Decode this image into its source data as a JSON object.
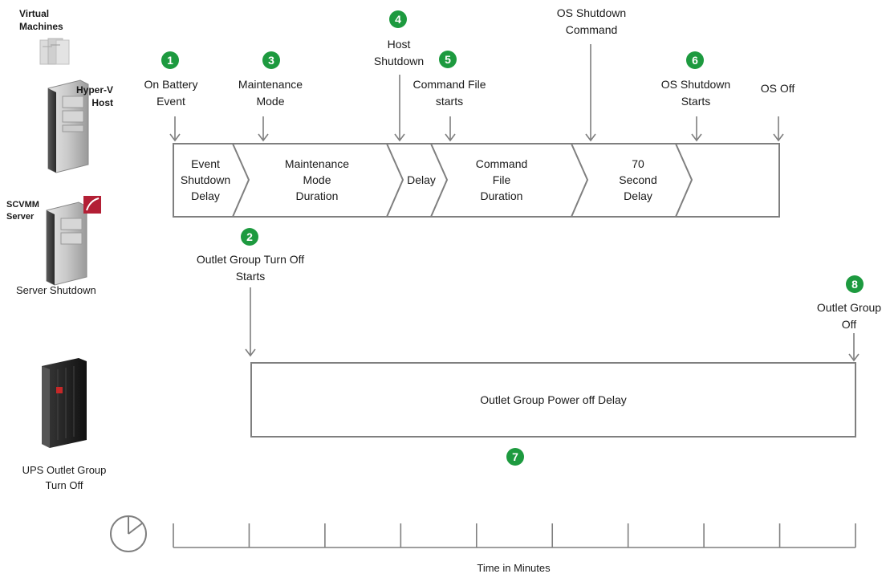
{
  "left_panel": {
    "virtual_machines": "Virtual\nMachines",
    "hyperv_host": "Hyper-V\nHost",
    "scvmm_server": "SCVMM\nServer",
    "server_shutdown": "Server Shutdown",
    "ups_outlet_group": "UPS Outlet Group\nTurn Off"
  },
  "events": [
    {
      "number": "1",
      "label": "On Battery\nEvent"
    },
    {
      "number": "2",
      "label": "Outlet Group Turn Off\nStarts"
    },
    {
      "number": "3",
      "label": "Maintenance\nMode"
    },
    {
      "number": "4",
      "label": "Host\nShutdown"
    },
    {
      "number": "5",
      "label": "Command File\nstarts"
    },
    {
      "number": "6",
      "label": "OS Shutdown\nStarts"
    },
    {
      "number": "7",
      "label": ""
    },
    {
      "number": "8",
      "label": "Outlet Group\nOff"
    }
  ],
  "extra_labels": {
    "os_shutdown_command": "OS Shutdown\nCommand",
    "os_off": "OS Off"
  },
  "timeline_segments": [
    {
      "label": "Event\nShutdown\nDelay"
    },
    {
      "label": "Maintenance\nMode\nDuration"
    },
    {
      "label": "Delay"
    },
    {
      "label": "Command\nFile\nDuration"
    },
    {
      "label": "70\nSecond\nDelay"
    }
  ],
  "outlet_box": {
    "label": "Outlet Group Power off Delay"
  },
  "axis": {
    "caption": "Time in Minutes"
  },
  "colors": {
    "badge": "#1d9a3f",
    "line": "#7f7f7f",
    "server_dark": "#2b2b2b"
  }
}
